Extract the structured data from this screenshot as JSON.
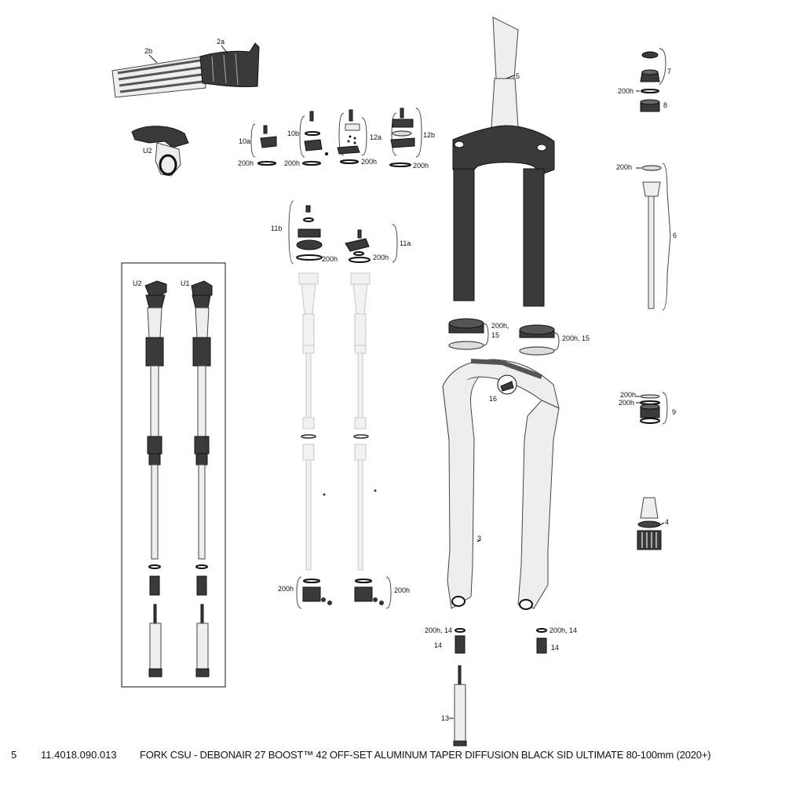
{
  "labels": {
    "grip_2b": "2b",
    "grip_2a": "2a",
    "remote_u2": "U2",
    "steerer_5": "5",
    "topcap_7": "7",
    "h_200_a": "200h",
    "cap_8": "8",
    "h_200_b": "200h",
    "shaft_6": "6",
    "l10a": "10a",
    "h10a": "200h",
    "l10b": "10b",
    "h10b": "200h",
    "l12a": "12a",
    "h12a": "200h",
    "l12b": "12b",
    "h12b": "200h",
    "l11b": "11b",
    "h11b": "200h",
    "l11a": "11a",
    "h11a": "200h",
    "box_u2": "U2",
    "box_u1": "U1",
    "seal_a": "200h,",
    "seal_a2": "15",
    "seal_b": "200h, 15",
    "l16": "16",
    "h9a": "200h",
    "h9b": "200h",
    "l9": "9",
    "l4": "4",
    "l3": "3",
    "h_left_bot": "200h",
    "h_right_bot": "200h",
    "h14a": "200h, 14",
    "l14a": "14",
    "h14b": "200h, 14",
    "l14b": "14",
    "l13": "13"
  },
  "footer": {
    "index": "5",
    "part_number": "11.4018.090.013",
    "description": "FORK CSU - DEBONAIR 27 BOOST™ 42 OFF-SET ALUMINUM TAPER DIFFUSION BLACK SID ULTIMATE 80-100mm (2020+)"
  }
}
